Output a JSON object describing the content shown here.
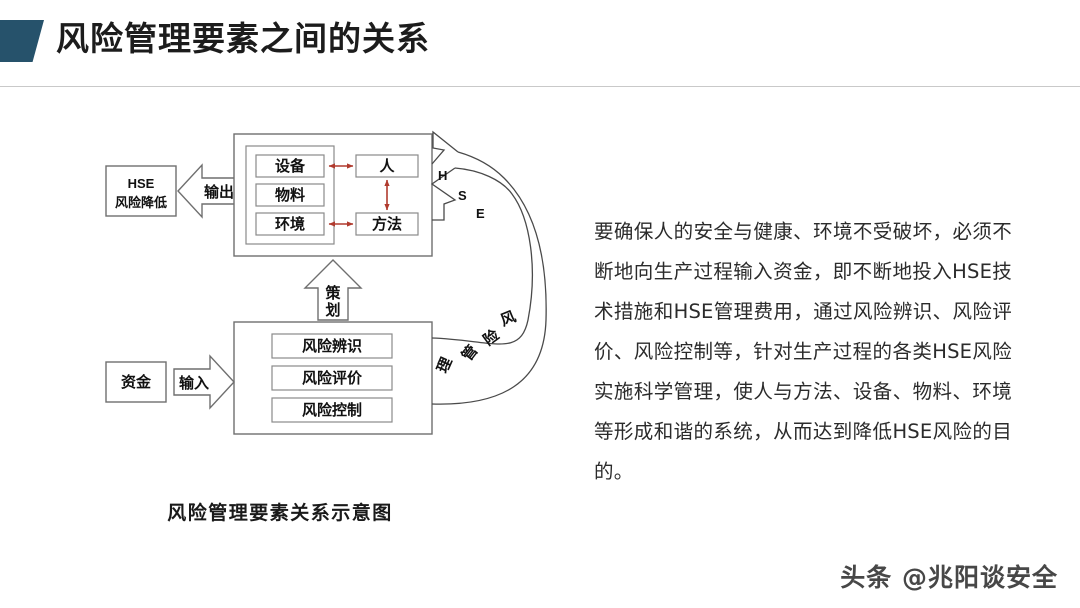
{
  "header": {
    "title": "风险管理要素之间的关系",
    "accent_color": "#26526b"
  },
  "diagram": {
    "caption": "风险管理要素关系示意图",
    "output_box": {
      "line1": "HSE",
      "line2": "风险降低"
    },
    "output_arrow_label": "输出",
    "input_box_label": "资金",
    "input_arrow_label": "输入",
    "plan_arrow_label": "策划",
    "production_group": {
      "left_items": [
        "设备",
        "物料",
        "环境"
      ],
      "right_items": [
        "人",
        "方法"
      ],
      "link_color": "#b03a2e"
    },
    "risk_group": {
      "items": [
        "风险辨识",
        "风险评价",
        "风险控制"
      ]
    },
    "hse_arrow_labels": [
      "H",
      "S",
      "E"
    ],
    "curve_labels": [
      "风",
      "险",
      "管",
      "理"
    ]
  },
  "content": {
    "paragraph": "要确保人的安全与健康、环境不受破坏，必须不断地向生产过程输入资金，即不断地投入HSE技术措施和HSE管理费用，通过风险辨识、风险评价、风险控制等，针对生产过程的各类HSE风险实施科学管理，使人与方法、设备、物料、环境等形成和谐的系统，从而达到降低HSE风险的目的。"
  },
  "watermark": {
    "text": "头条 @兆阳谈安全"
  }
}
